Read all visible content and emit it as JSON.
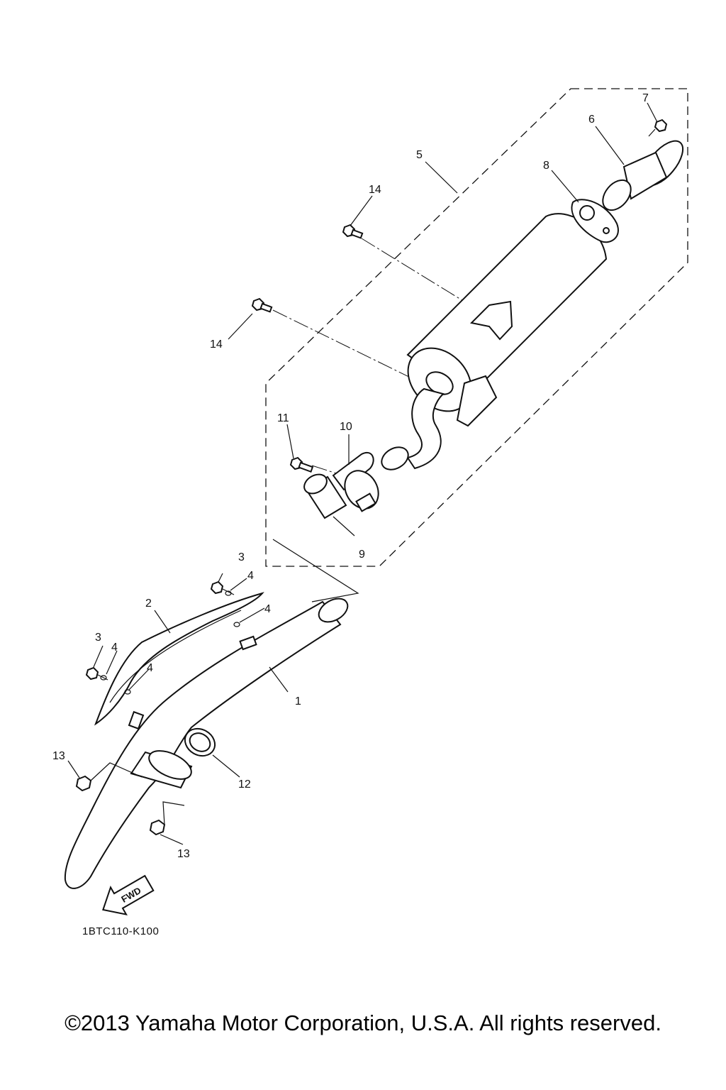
{
  "diagram": {
    "callouts": [
      {
        "id": "1",
        "text": "1"
      },
      {
        "id": "2",
        "text": "2"
      },
      {
        "id": "3a",
        "text": "3"
      },
      {
        "id": "3b",
        "text": "3"
      },
      {
        "id": "4a",
        "text": "4"
      },
      {
        "id": "4b",
        "text": "4"
      },
      {
        "id": "4c",
        "text": "4"
      },
      {
        "id": "4d",
        "text": "4"
      },
      {
        "id": "5",
        "text": "5"
      },
      {
        "id": "6",
        "text": "6"
      },
      {
        "id": "7",
        "text": "7"
      },
      {
        "id": "8",
        "text": "8"
      },
      {
        "id": "9",
        "text": "9"
      },
      {
        "id": "10",
        "text": "10"
      },
      {
        "id": "11",
        "text": "11"
      },
      {
        "id": "12",
        "text": "12"
      },
      {
        "id": "13a",
        "text": "13"
      },
      {
        "id": "13b",
        "text": "13"
      },
      {
        "id": "14a",
        "text": "14"
      },
      {
        "id": "14b",
        "text": "14"
      }
    ],
    "fwd_label": "FWD",
    "diagram_code": "1BTC110-K100"
  },
  "copyright": "©2013 Yamaha Motor Corporation, U.S.A. All rights reserved."
}
